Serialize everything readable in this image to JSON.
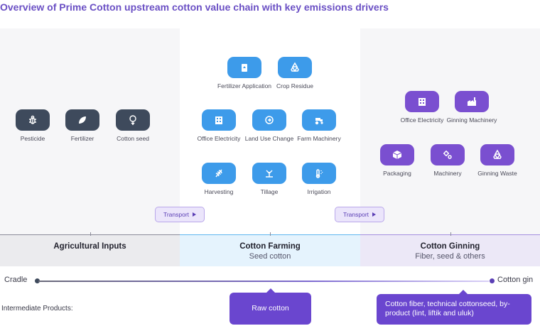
{
  "title": "Overview of Prime Cotton upstream cotton value chain with key emissions drivers",
  "colors": {
    "title": "#6a4fc4",
    "dark": "#3e4a5c",
    "blue": "#3d9bea",
    "purple": "#7a4fd0",
    "product": "#6a46cf"
  },
  "agricultural_inputs": {
    "stage_title": "Agricultural Inputs",
    "items": [
      {
        "label": "Pesticide",
        "icon": "bug-icon"
      },
      {
        "label": "Fertilizer",
        "icon": "leaf-icon"
      },
      {
        "label": "Cotton seed",
        "icon": "seed-icon"
      }
    ]
  },
  "cotton_farming": {
    "stage_title": "Cotton Farming",
    "stage_sub": "Seed cotton",
    "items": [
      {
        "label": "Fertilizer Application",
        "icon": "fertilizer-bag-icon"
      },
      {
        "label": "Crop Residue",
        "icon": "recycle-icon"
      },
      {
        "label": "Office Electricity",
        "icon": "building-icon"
      },
      {
        "label": "Land Use Change",
        "icon": "land-change-icon"
      },
      {
        "label": "Farm Machinery",
        "icon": "tractor-icon"
      },
      {
        "label": "Harvesting",
        "icon": "wheat-icon"
      },
      {
        "label": "Tillage",
        "icon": "sprout-icon"
      },
      {
        "label": "Irrigation",
        "icon": "water-icon"
      }
    ]
  },
  "cotton_ginning": {
    "stage_title": "Cotton Ginning",
    "stage_sub": "Fiber, seed & others",
    "items": [
      {
        "label": "Office Electricity",
        "icon": "building-icon"
      },
      {
        "label": "Ginning Machinery",
        "icon": "factory-icon"
      },
      {
        "label": "Packaging",
        "icon": "box-icon"
      },
      {
        "label": "Machinery",
        "icon": "gears-icon"
      },
      {
        "label": "Ginning Waste",
        "icon": "recycle-icon"
      }
    ]
  },
  "transport_label": "Transport",
  "timeline": {
    "start": "Cradle",
    "end": "Cotton gin"
  },
  "intermediate_label": "Intermediate Products:",
  "products": {
    "raw": "Raw cotton",
    "fiber": "Cotton fiber, technical cottonseed, by-product (lint, liftik and uluk)"
  }
}
